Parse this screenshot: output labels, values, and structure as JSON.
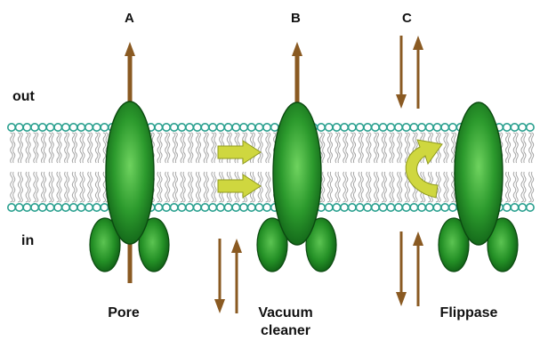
{
  "colors": {
    "head_fill": "#ffffff",
    "head_stroke": "#2aa08f",
    "tail": "#a6a6a6",
    "protein_dark": "#0f5f16",
    "protein_light": "#6fd35f",
    "arrow_brown": "#8a5a22",
    "yellow_arrow": "#cfd73f"
  },
  "icons": [
    "upward-arrow-icon",
    "downward-arrow-icon",
    "yellow-push-arrow-icon",
    "yellow-flip-arrow-icon",
    "membrane-protein-icon"
  ],
  "labels": {
    "a": "A",
    "b": "B",
    "c": "C",
    "out": "out",
    "in": "in",
    "pore": "Pore",
    "vacuum_line1": "Vacuum",
    "vacuum_line2": "cleaner",
    "flippase": "Flippase"
  }
}
